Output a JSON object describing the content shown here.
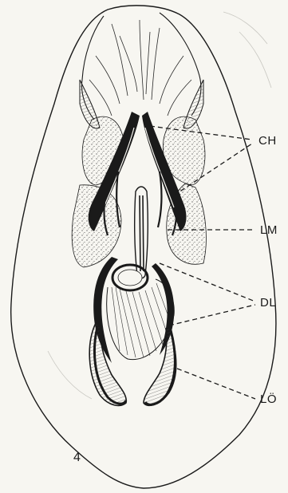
{
  "figure": {
    "number": "4",
    "labels": {
      "ch": "CH",
      "lm": "LM",
      "dl": "DL",
      "lo": "LÖ"
    }
  },
  "colors": {
    "paper": "#f7f6f1",
    "ink": "#1a1a1a"
  }
}
